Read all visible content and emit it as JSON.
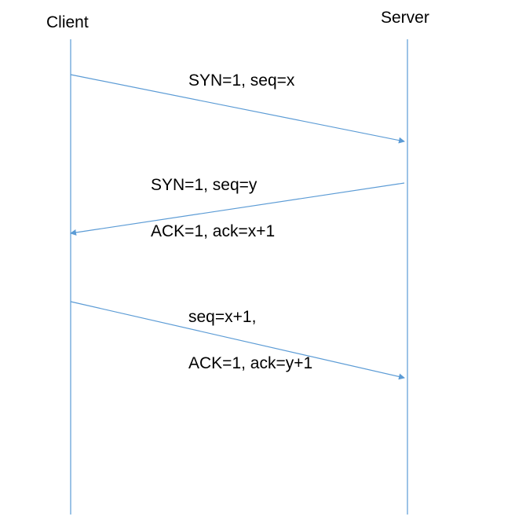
{
  "participants": {
    "client": "Client",
    "server": "Server"
  },
  "messages": [
    {
      "from": "Client",
      "to": "Server",
      "lines": [
        "SYN=1, seq=x"
      ]
    },
    {
      "from": "Server",
      "to": "Client",
      "lines": [
        "SYN=1, seq=y",
        "ACK=1, ack=x+1"
      ]
    },
    {
      "from": "Client",
      "to": "Server",
      "lines": [
        "seq=x+1,",
        "ACK=1, ack=y+1"
      ]
    }
  ],
  "colors": {
    "line": "#5b9bd5",
    "text": "#000000",
    "background": "#ffffff"
  }
}
